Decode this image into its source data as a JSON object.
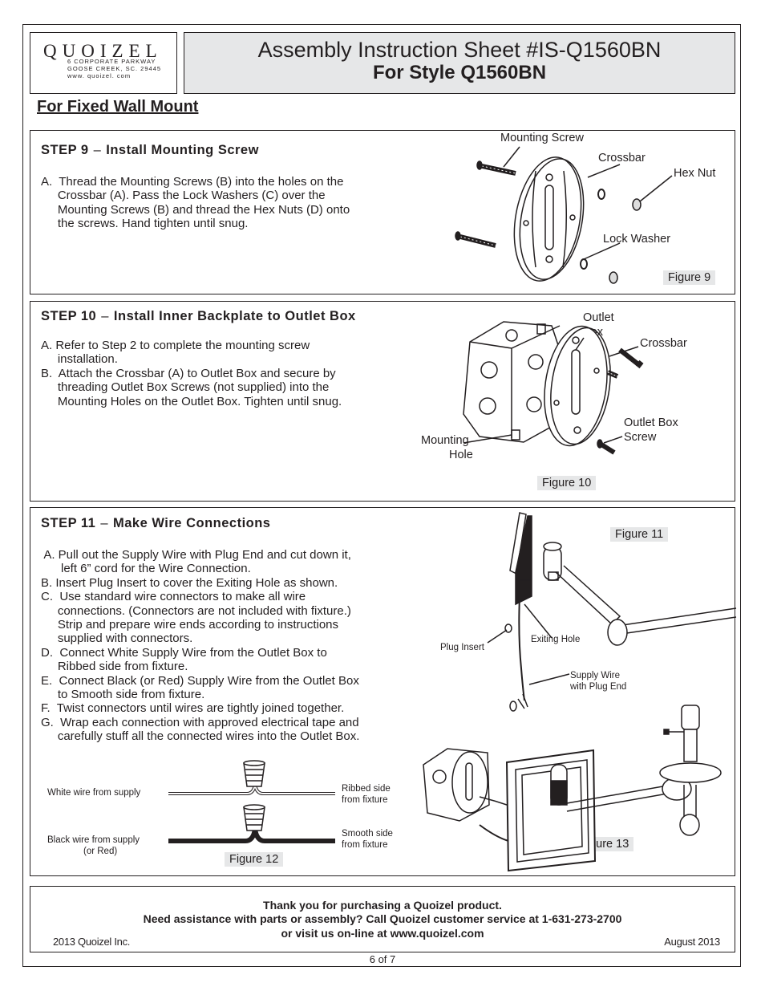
{
  "header": {
    "brand": "QUOIZEL",
    "address_lines": [
      "6 CORPORATE PARKWAY",
      "GOOSE CREEK, SC. 29445",
      "www. quoizel. com"
    ],
    "title_line1": "Assembly Instruction Sheet #IS-Q1560BN",
    "title_line2": "For Style Q1560BN"
  },
  "section_title": "For Fixed Wall Mount",
  "step9": {
    "number": "STEP 9",
    "title": "Install Mounting Screw",
    "instructions": [
      "A.  Thread the Mounting Screws (B) into the holes on the",
      "     Crossbar (A). Pass the Lock Washers (C) over the",
      "     Mounting Screws (B) and thread the Hex Nuts (D) onto",
      "     the screws. Hand tighten until snug."
    ],
    "labels": {
      "mounting_screw": "Mounting Screw",
      "crossbar": "Crossbar",
      "hex_nut": "Hex Nut",
      "lock_washer": "Lock Washer"
    },
    "figure": "Figure 9"
  },
  "step10": {
    "number": "STEP 10",
    "title": "Install Inner Backplate to Outlet Box",
    "instructions": [
      "A. Refer to Step 2 to complete the mounting screw",
      "     installation.",
      "B.  Attach the Crossbar (A) to Outlet Box and secure by",
      "     threading Outlet Box Screws (not supplied) into the",
      "     Mounting Holes on the Outlet Box. Tighten until snug."
    ],
    "labels": {
      "outlet": "Outlet",
      "box": "Box",
      "crossbar": "Crossbar",
      "outlet_box": "Outlet Box",
      "screw": "Screw",
      "mounting": "Mounting",
      "hole": "Hole"
    },
    "figure": "Figure 10"
  },
  "step11": {
    "number": "STEP 11",
    "title": "Make Wire Connections",
    "instructions": [
      " A. Pull out the Supply Wire with Plug End and cut down it,",
      "      left 6” cord for the Wire Connection.",
      "B. Insert Plug Insert to cover the Exiting Hole as shown.",
      "C.  Use standard wire connectors to make all wire",
      "     connections. (Connectors are not included with fixture.)",
      "     Strip and prepare wire ends according to instructions",
      "     supplied with connectors.",
      "D.  Connect White Supply Wire from the Outlet Box to",
      "     Ribbed side from fixture.",
      "E.  Connect Black (or Red) Supply Wire from the Outlet Box",
      "     to Smooth side from fixture.",
      "F.  Twist connectors until wires are tightly joined together.",
      "G.  Wrap each connection with approved electrical tape and",
      "     carefully stuff all the connected wires into the Outlet Box."
    ],
    "fig11": {
      "tag": "Figure 11",
      "plug_insert": "Plug Insert",
      "exiting_hole": "Exiting Hole",
      "supply_wire": "Supply Wire",
      "with_plug_end": "with Plug End"
    },
    "fig12": {
      "tag": "Figure 12",
      "white_wire": "White wire from supply",
      "black_wire": "Black wire from supply",
      "or_red": "(or Red)",
      "ribbed_side": "Ribbed side",
      "ribbed_from": "from fixture",
      "smooth_side": "Smooth side",
      "smooth_from": "from fixture"
    },
    "fig13": {
      "tag": "Figure 13"
    }
  },
  "footer": {
    "line1": "Thank you for purchasing a Quoizel product.",
    "line2": "Need assistance with parts or assembly? Call Quoizel customer service at 1-631-273-2700",
    "line3": "or visit us on-line at www.quoizel.com",
    "copyright": "2013  Quoizel Inc.",
    "date": "August 2013",
    "page": "6 of 7"
  }
}
